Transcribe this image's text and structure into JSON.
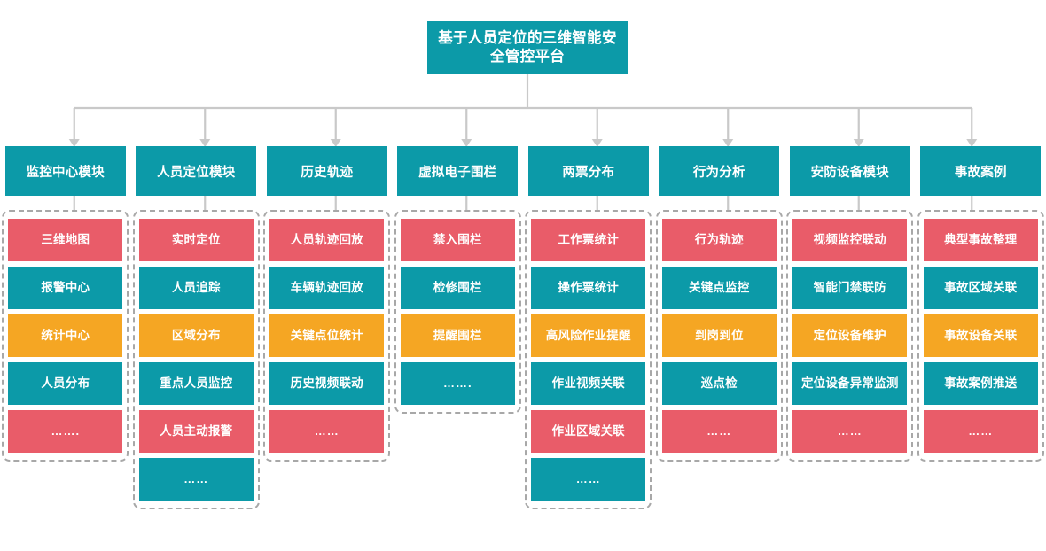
{
  "title": {
    "text": "基于人员定位的三维智能安全管控平台"
  },
  "colors": {
    "teal": "#0C9AA8",
    "red": "#E95C69",
    "orange": "#F5A623",
    "connector": "#c9c9c9",
    "dashed_border": "#a8a8a8",
    "background": "#ffffff",
    "text_on_fill": "#ffffff"
  },
  "columns": [
    {
      "header": "监控中心模块",
      "items": [
        {
          "label": "三维地图",
          "color": "red"
        },
        {
          "label": "报警中心",
          "color": "teal"
        },
        {
          "label": "统计中心",
          "color": "orange"
        },
        {
          "label": "人员分布",
          "color": "teal"
        },
        {
          "label": "…….",
          "color": "red"
        }
      ]
    },
    {
      "header": "人员定位模块",
      "items": [
        {
          "label": "实时定位",
          "color": "red"
        },
        {
          "label": "人员追踪",
          "color": "teal"
        },
        {
          "label": "区域分布",
          "color": "orange"
        },
        {
          "label": "重点人员监控",
          "color": "teal"
        },
        {
          "label": "人员主动报警",
          "color": "red"
        },
        {
          "label": "……",
          "color": "teal"
        }
      ]
    },
    {
      "header": "历史轨迹",
      "items": [
        {
          "label": "人员轨迹回放",
          "color": "red"
        },
        {
          "label": "车辆轨迹回放",
          "color": "teal"
        },
        {
          "label": "关键点位统计",
          "color": "orange"
        },
        {
          "label": "历史视频联动",
          "color": "teal"
        },
        {
          "label": "……",
          "color": "red"
        }
      ]
    },
    {
      "header": "虚拟电子围栏",
      "items": [
        {
          "label": "禁入围栏",
          "color": "red"
        },
        {
          "label": "检修围栏",
          "color": "teal"
        },
        {
          "label": "提醒围栏",
          "color": "orange"
        },
        {
          "label": "…….",
          "color": "teal"
        }
      ]
    },
    {
      "header": "两票分布",
      "items": [
        {
          "label": "工作票统计",
          "color": "red"
        },
        {
          "label": "操作票统计",
          "color": "teal"
        },
        {
          "label": "高风险作业提醒",
          "color": "orange"
        },
        {
          "label": "作业视频关联",
          "color": "teal"
        },
        {
          "label": "作业区域关联",
          "color": "red"
        },
        {
          "label": "……",
          "color": "teal"
        }
      ]
    },
    {
      "header": "行为分析",
      "items": [
        {
          "label": "行为轨迹",
          "color": "red"
        },
        {
          "label": "关键点监控",
          "color": "teal"
        },
        {
          "label": "到岗到位",
          "color": "orange"
        },
        {
          "label": "巡点检",
          "color": "teal"
        },
        {
          "label": "……",
          "color": "red"
        }
      ]
    },
    {
      "header": "安防设备模块",
      "items": [
        {
          "label": "视频监控联动",
          "color": "red"
        },
        {
          "label": "智能门禁联防",
          "color": "teal"
        },
        {
          "label": "定位设备维护",
          "color": "orange"
        },
        {
          "label": "定位设备异常监测",
          "color": "teal"
        },
        {
          "label": "……",
          "color": "red"
        }
      ]
    },
    {
      "header": "事故案例",
      "items": [
        {
          "label": "典型事故整理",
          "color": "red"
        },
        {
          "label": "事故区域关联",
          "color": "teal"
        },
        {
          "label": "事故设备关联",
          "color": "orange"
        },
        {
          "label": "事故案例推送",
          "color": "teal"
        },
        {
          "label": "……",
          "color": "red"
        }
      ]
    }
  ]
}
